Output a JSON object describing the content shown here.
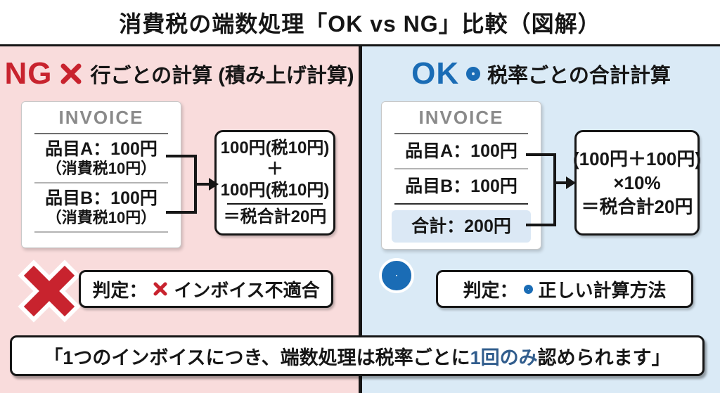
{
  "title": "消費税の端数処理「OK vs NG」比較（図解）",
  "colors": {
    "ng_red": "#c8232e",
    "ok_blue": "#1a6cb5",
    "panel_pink": "#f9dcdc",
    "panel_blue": "#daeaf6",
    "total_row_bg": "#dbe8f5",
    "footer_highlight": "#315d8d",
    "invoice_gray": "#8a8a8a"
  },
  "ng_panel": {
    "badge": "NG",
    "heading": "行ごとの計算 (積み上げ計算)",
    "invoice": {
      "title": "INVOICE",
      "rows": [
        {
          "item": "品目A：100円",
          "note": "（消費税10円）"
        },
        {
          "item": "品目B：100円",
          "note": "（消費税10円）"
        }
      ]
    },
    "calc": {
      "add1": "100円(税10円)",
      "plus": "＋",
      "add2": "100円(税10円)",
      "result": "＝税合計20円"
    },
    "verdict": {
      "prefix": "判定：",
      "text": "インボイス不適合"
    }
  },
  "ok_panel": {
    "badge": "OK",
    "heading": "税率ごとの合計計算",
    "invoice": {
      "title": "INVOICE",
      "rows": [
        "品目A：100円",
        "品目B：100円"
      ],
      "total": "合計：200円"
    },
    "calc": {
      "line1": "(100円＋100円)",
      "line2": "×10%",
      "line3": "＝税合計20円"
    },
    "verdict": {
      "prefix": "判定：",
      "text": "正しい計算方法"
    }
  },
  "footer": {
    "pre": "「1つのインボイスにつき、端数処理は税率ごとに",
    "highlight": "1回のみ",
    "post": "認められます」"
  }
}
